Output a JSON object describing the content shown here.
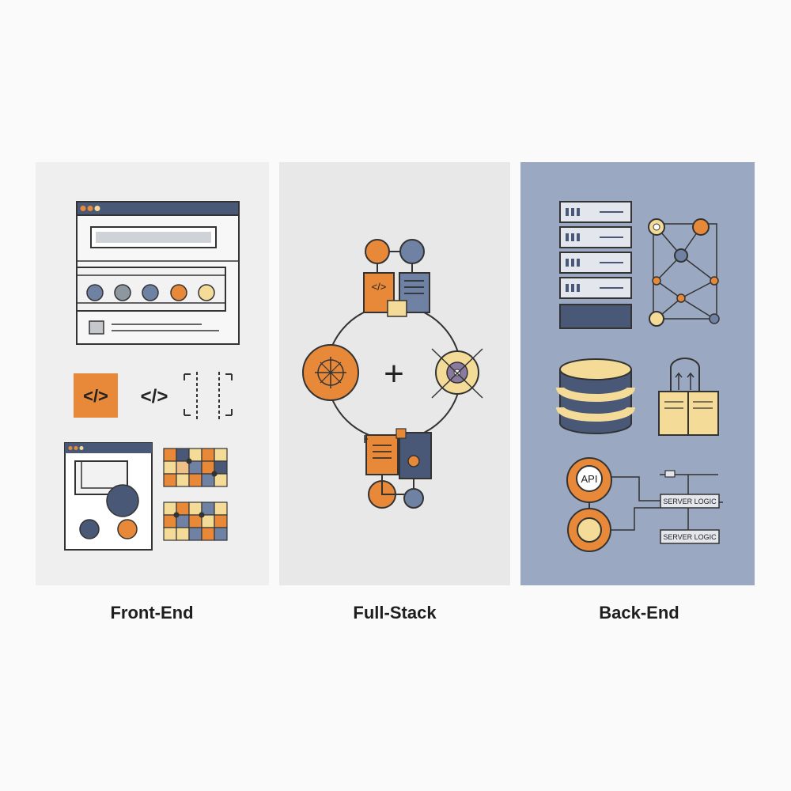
{
  "captions": {
    "front_end": "Front-End",
    "full_stack": "Full-Stack",
    "back_end": "Back-End"
  },
  "front_end": {
    "code_tag_filled": "</>",
    "code_tag_plain": "</>"
  },
  "full_stack": {
    "plus_symbol": "+"
  },
  "back_end": {
    "api_label": "API",
    "server_logic_top": "SERVER LOGIC",
    "server_logic_bottom": "SERVER LOGIC"
  },
  "colors": {
    "orange": "#e8893a",
    "navy": "#4a5878",
    "steel_blue": "#6f82a4",
    "cream": "#f4dc98",
    "gray": "#8c97a0",
    "line": "#222222"
  }
}
